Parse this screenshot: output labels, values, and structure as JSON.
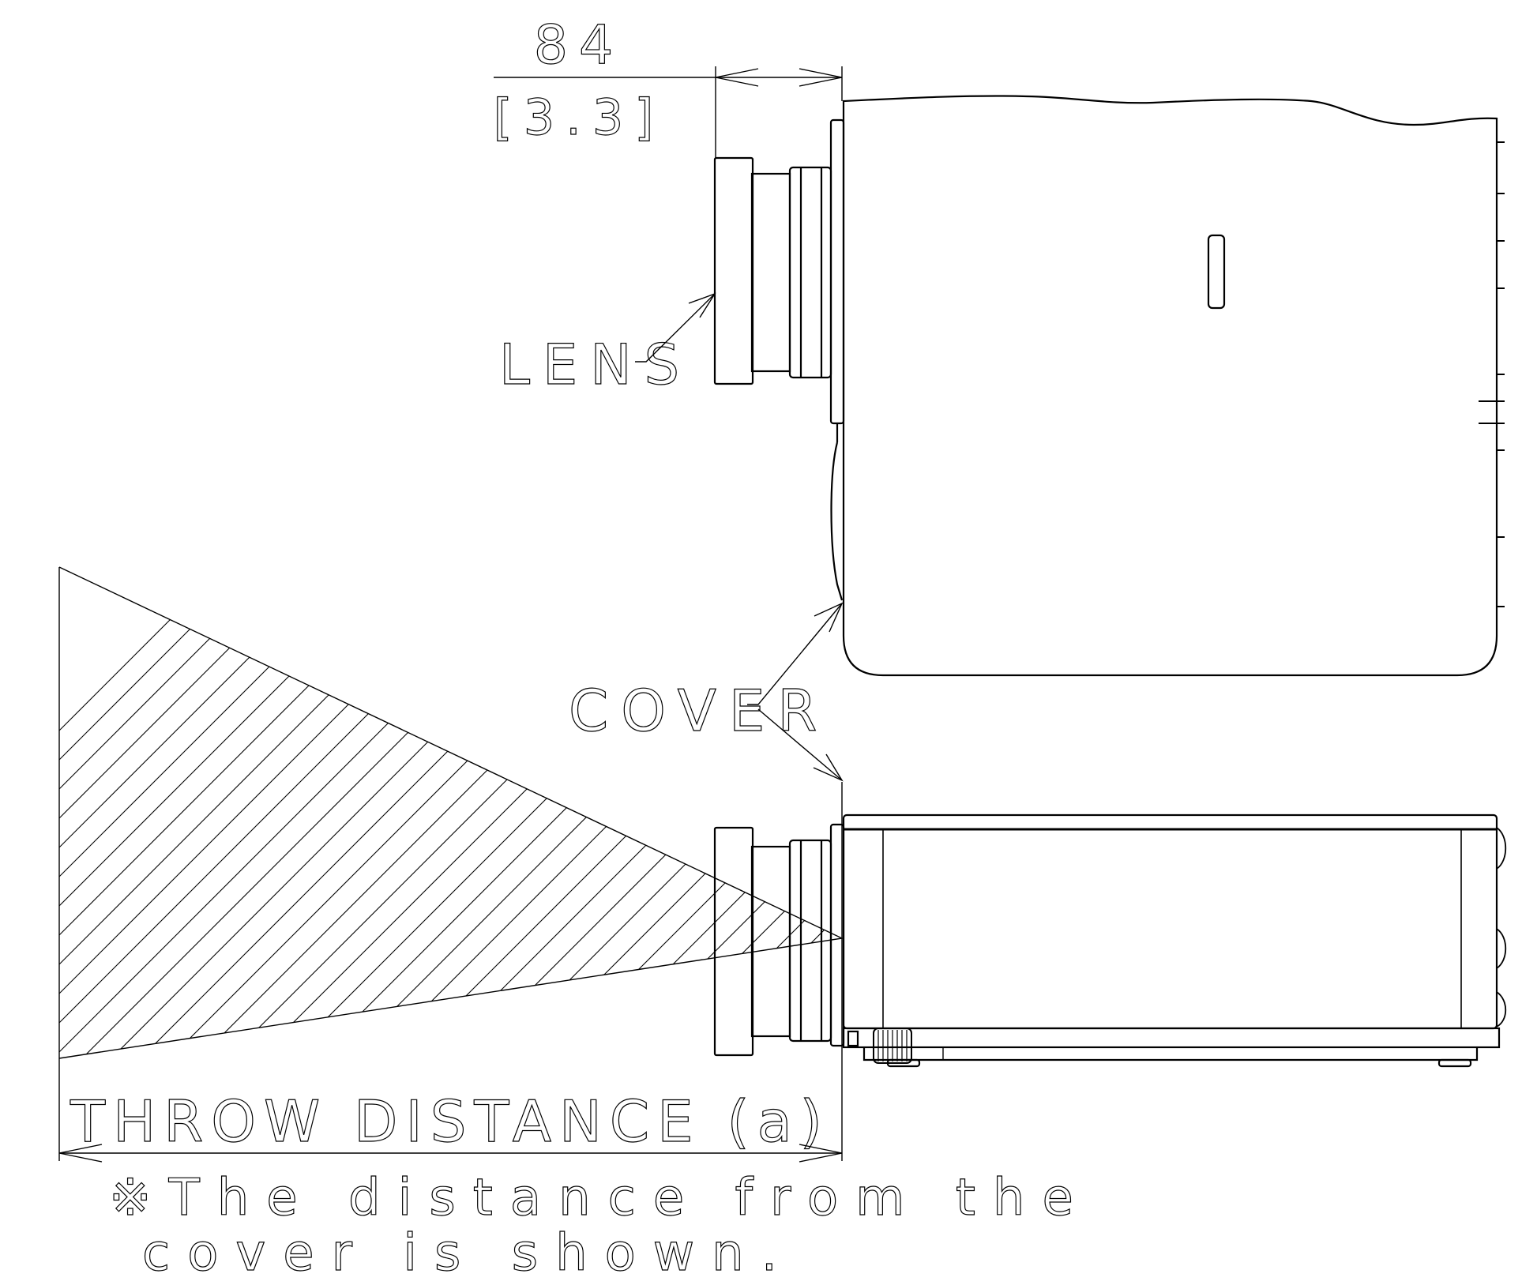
{
  "diagram": {
    "dimension_top": {
      "value_mm": "84",
      "value_in": "[3.3]"
    },
    "labels": {
      "lens": "LENS",
      "cover": "COVER",
      "throw_distance": "THROW DISTANCE (a)",
      "note_line1": "※The distance from the",
      "note_line2": "cover is shown."
    },
    "colors": {
      "line": "#000000",
      "background": "#ffffff"
    }
  }
}
